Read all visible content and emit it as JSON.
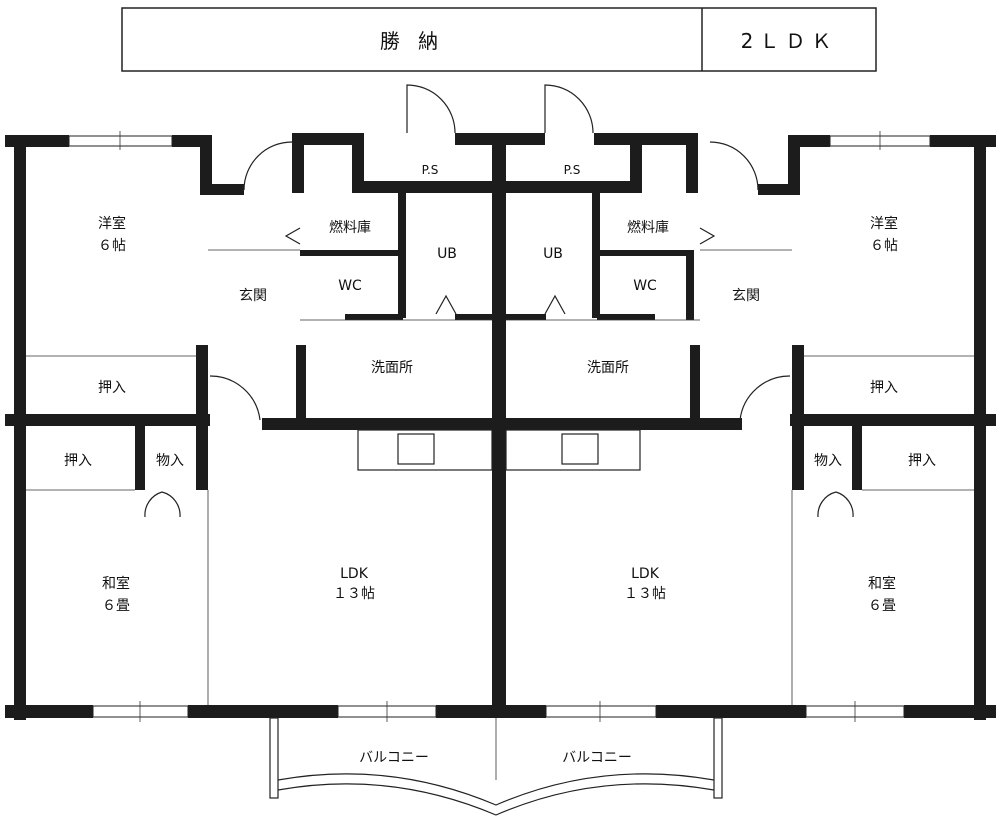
{
  "header": {
    "property_name": "勝 納",
    "layout_type": "2ＬＤＫ"
  },
  "rooms": {
    "western_left": [
      "洋室",
      "６帖"
    ],
    "western_right": [
      "洋室",
      "６帖"
    ],
    "closet_left_top": "押入",
    "closet_right_top": "押入",
    "closet_left_bottom": "押入",
    "closet_right_bottom": "押入",
    "storage_left": "物入",
    "storage_right": "物入",
    "japanese_left": [
      "和室",
      "６畳"
    ],
    "japanese_right": [
      "和室",
      "６畳"
    ],
    "entrance_left": "玄関",
    "entrance_right": "玄関",
    "fuel_left": "燃料庫",
    "fuel_right": "燃料庫",
    "ps_left": "P.S",
    "ps_right": "P.S",
    "ub_left": "UB",
    "ub_right": "UB",
    "wc_left": "WC",
    "wc_right": "WC",
    "washroom_left": "洗面所",
    "washroom_right": "洗面所",
    "ldk_left": [
      "LDK",
      "１３帖"
    ],
    "ldk_right": [
      "LDK",
      "１３帖"
    ],
    "balcony_left": "バルコニー",
    "balcony_right": "バルコニー"
  }
}
